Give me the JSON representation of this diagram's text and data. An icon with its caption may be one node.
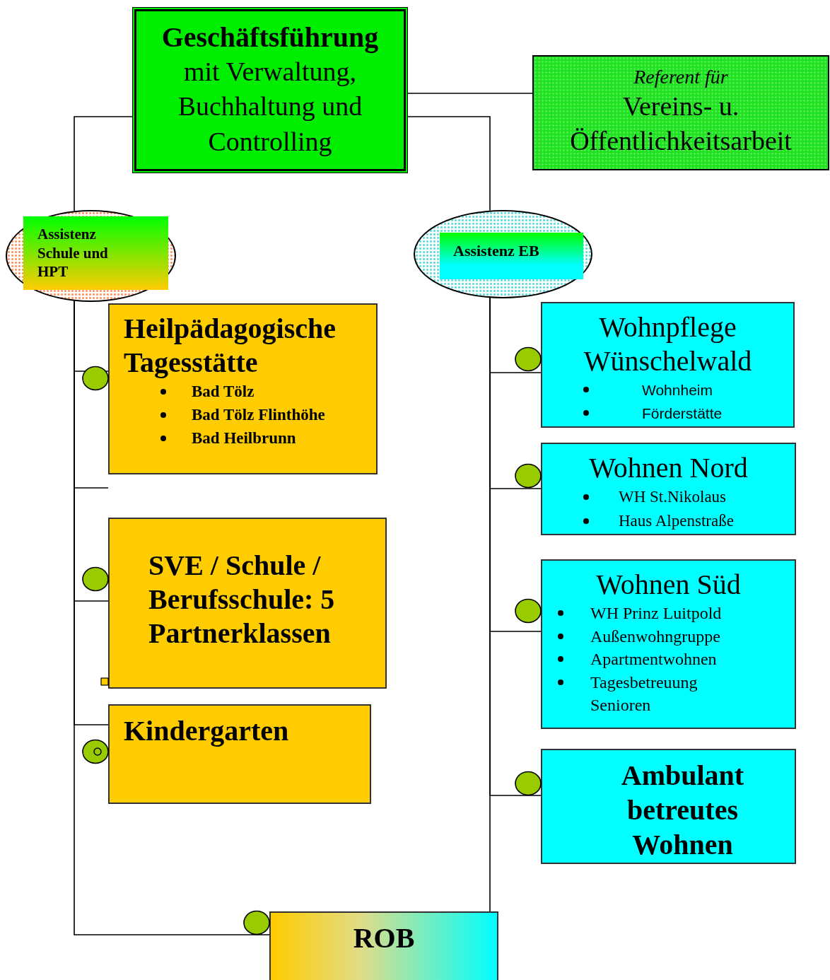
{
  "diagram": {
    "nodes": [
      {
        "text": [
          "Geschäftsführung",
          "mit Verwaltung, Buchhaltung und Controlling"
        ]
      },
      {
        "text": [
          "Referent für",
          "Vereins- u. Öffentlichkeitsarbeit"
        ]
      },
      {
        "text": [
          "Assistenz Schule und HPT"
        ]
      },
      {
        "text": [
          "Assistenz EB"
        ]
      },
      {
        "text": [
          "Heilpädagogische Tagesstätte",
          "Bad Tölz",
          "Bad Tölz Flinthöhe",
          "Bad Heilbrunn"
        ]
      },
      {
        "text": [
          "SVE / Schule / Berufsschule: 5 Partnerklassen"
        ]
      },
      {
        "text": [
          "Kindergarten"
        ]
      },
      {
        "text": [
          "Wohnpflege Wünschelwald",
          "Wohnheim",
          "Förderstätte"
        ]
      },
      {
        "text": [
          "Wohnen Nord",
          "WH St.Nikolaus",
          "Haus Alpenstraße"
        ]
      },
      {
        "text": [
          "Wohnen Süd",
          "WH Prinz Luitpold",
          "Außenwohngruppe",
          "Apartmentwohnen",
          "Tagesbetreuung Senioren"
        ]
      },
      {
        "text": [
          "Ambulant betreutes Wohnen"
        ]
      },
      {
        "text": [
          "ROB"
        ]
      }
    ],
    "edges": [
      {
        "from": 0,
        "to": 1,
        "arrow": "none"
      },
      {
        "from": 0,
        "to": 2,
        "arrow": "none"
      },
      {
        "from": 0,
        "to": 3,
        "arrow": "none"
      },
      {
        "from": 2,
        "to": 4,
        "arrow": "none"
      },
      {
        "from": 2,
        "to": 5,
        "arrow": "none"
      },
      {
        "from": 2,
        "to": 6,
        "arrow": "none"
      },
      {
        "from": 2,
        "to": 11,
        "arrow": "none"
      },
      {
        "from": 3,
        "to": 7,
        "arrow": "none"
      },
      {
        "from": 3,
        "to": 8,
        "arrow": "none"
      },
      {
        "from": 3,
        "to": 9,
        "arrow": "none"
      },
      {
        "from": 3,
        "to": 10,
        "arrow": "none"
      },
      {
        "from": 3,
        "to": 11,
        "arrow": "none"
      }
    ]
  }
}
